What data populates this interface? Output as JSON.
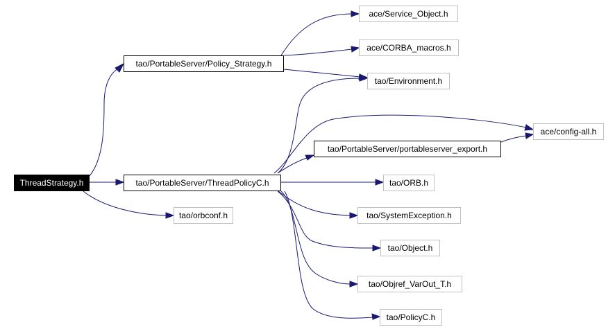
{
  "colors": {
    "edge": "#191970",
    "root_background": "#000000",
    "root_text": "#ffffff",
    "linked_border": "#000000",
    "external_border": "#bfbfbf"
  },
  "nodes": {
    "thread_strategy": {
      "label": "ThreadStrategy.h"
    },
    "policy_strategy": {
      "label": "tao/PortableServer/Policy_Strategy.h"
    },
    "thread_policy_c": {
      "label": "tao/PortableServer/ThreadPolicyC.h"
    },
    "orbconf": {
      "label": "tao/orbconf.h"
    },
    "service_object": {
      "label": "ace/Service_Object.h"
    },
    "corba_macros": {
      "label": "ace/CORBA_macros.h"
    },
    "environment": {
      "label": "tao/Environment.h"
    },
    "config_all": {
      "label": "ace/config-all.h"
    },
    "portableserver_export": {
      "label": "tao/PortableServer/portableserver_export.h"
    },
    "orb": {
      "label": "tao/ORB.h"
    },
    "system_exception": {
      "label": "tao/SystemException.h"
    },
    "object": {
      "label": "tao/Object.h"
    },
    "objref_varout": {
      "label": "tao/Objref_VarOut_T.h"
    },
    "policy_c": {
      "label": "tao/PolicyC.h"
    }
  },
  "edges": [
    {
      "from": "thread_strategy",
      "to": "policy_strategy"
    },
    {
      "from": "thread_strategy",
      "to": "thread_policy_c"
    },
    {
      "from": "thread_strategy",
      "to": "orbconf"
    },
    {
      "from": "policy_strategy",
      "to": "service_object"
    },
    {
      "from": "policy_strategy",
      "to": "corba_macros"
    },
    {
      "from": "policy_strategy",
      "to": "environment"
    },
    {
      "from": "thread_policy_c",
      "to": "environment"
    },
    {
      "from": "thread_policy_c",
      "to": "config_all"
    },
    {
      "from": "thread_policy_c",
      "to": "portableserver_export"
    },
    {
      "from": "thread_policy_c",
      "to": "orb"
    },
    {
      "from": "thread_policy_c",
      "to": "system_exception"
    },
    {
      "from": "thread_policy_c",
      "to": "object"
    },
    {
      "from": "thread_policy_c",
      "to": "objref_varout"
    },
    {
      "from": "thread_policy_c",
      "to": "policy_c"
    },
    {
      "from": "portableserver_export",
      "to": "config_all"
    }
  ]
}
